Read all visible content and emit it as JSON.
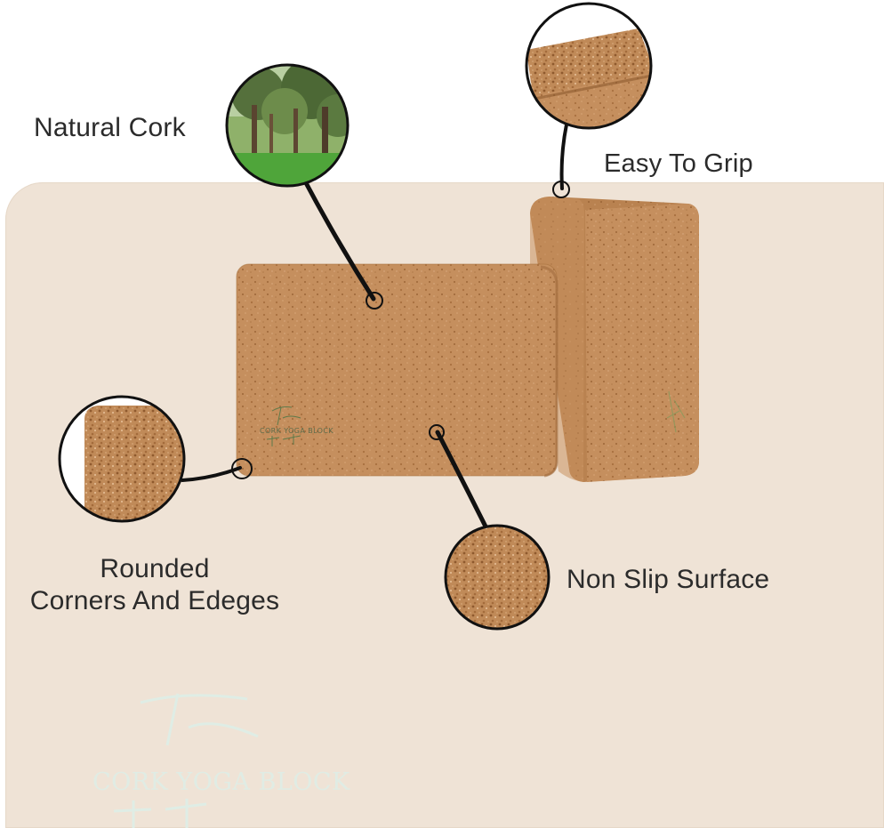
{
  "labels": {
    "natural_cork": "Natural Cork",
    "easy_to_grip": "Easy To Grip",
    "rounded_line1": "Rounded",
    "rounded_line2": "Corners And Edeges",
    "non_slip": "Non Slip Surface"
  },
  "brand": {
    "block_text": "CORK YOGA BLOCK",
    "watermark_text": "CORK YOGA BLOCK"
  },
  "colors": {
    "background": "#ffffff",
    "cork_slab": "#efe3d6",
    "block_face": "#c58f5e",
    "block_side": "#b67f50",
    "callout_line": "#111111",
    "watermark": "#dfeee6"
  },
  "icons": [
    "forest-photo",
    "cork-texture",
    "pointer-dot"
  ]
}
